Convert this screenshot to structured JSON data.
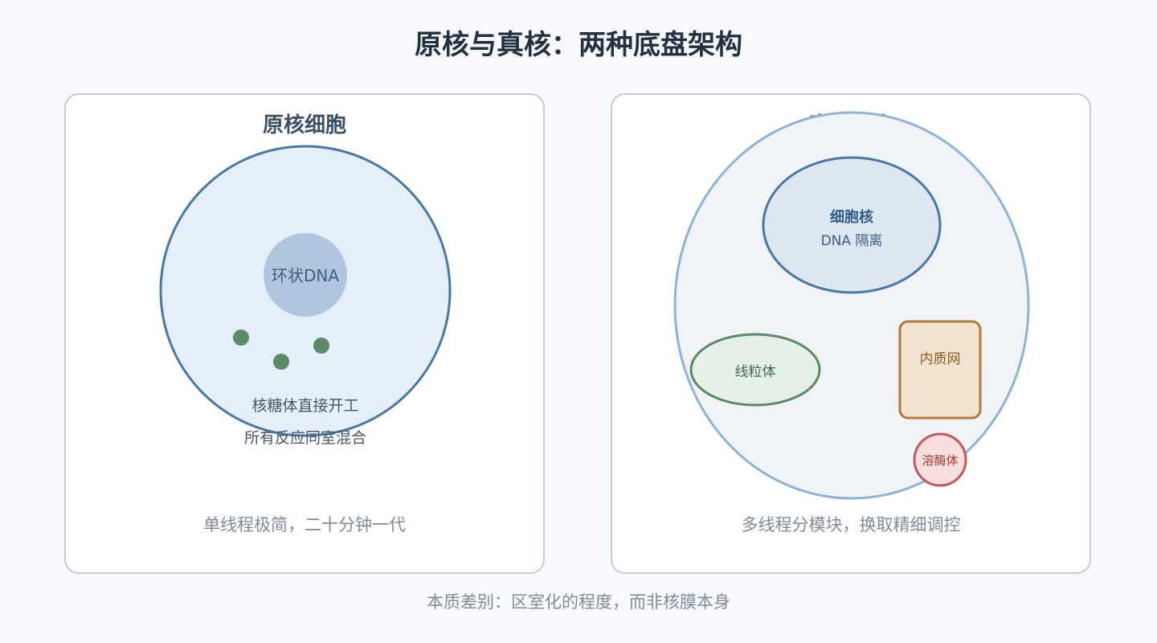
{
  "title": "原核与真核：两种底盘架构",
  "prokaryote": {
    "title": "原核细胞",
    "dna_label": "环状DNA",
    "note_line1": "核糖体直接开工",
    "note_line2": "所有反应同室混合",
    "caption": "单线程极简，二十分钟一代"
  },
  "eukaryote": {
    "title": "真核细胞",
    "nucleus_title": "细胞核",
    "nucleus_sub": "DNA 隔离",
    "mitochondria_label": "线粒体",
    "er_label": "内质网",
    "lysosome_label": "溶酶体",
    "caption": "多线程分模块，换取精细调控"
  },
  "footer": "本质差别：区室化的程度，而非核膜本身",
  "colors": {
    "cell_membrane": "#4a78a4",
    "cell_fill": "#e4eff9",
    "dna_fill": "#b1c6de",
    "ribosome": "#5a8a66",
    "euk_membrane": "#8fb3d5",
    "euk_fill": "#f0f4f9",
    "nucleus_fill": "#dde7f2",
    "mito_stroke": "#5a8a66",
    "mito_fill": "#e5f0e6",
    "er_stroke": "#b07a3e",
    "er_fill": "#f3e4d2",
    "lyso_stroke": "#c05a5a",
    "lyso_fill": "#f9dede"
  }
}
